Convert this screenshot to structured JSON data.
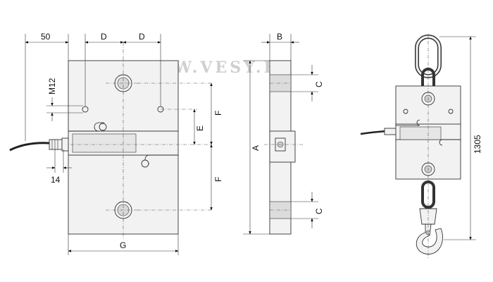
{
  "watermark": "WWW.VESY.KZ",
  "front_view": {
    "dim_50": "50",
    "dim_d_left": "D",
    "dim_d_right": "D",
    "dim_m12": "M12",
    "dim_f_top": "F",
    "dim_e": "E",
    "dim_f_bottom": "F",
    "dim_g": "G",
    "dim_14": "14"
  },
  "side_view": {
    "dim_b": "B",
    "dim_a": "A",
    "dim_c_top": "C",
    "dim_c_bottom": "C"
  },
  "hook_view": {
    "dim_1305": "1305"
  }
}
